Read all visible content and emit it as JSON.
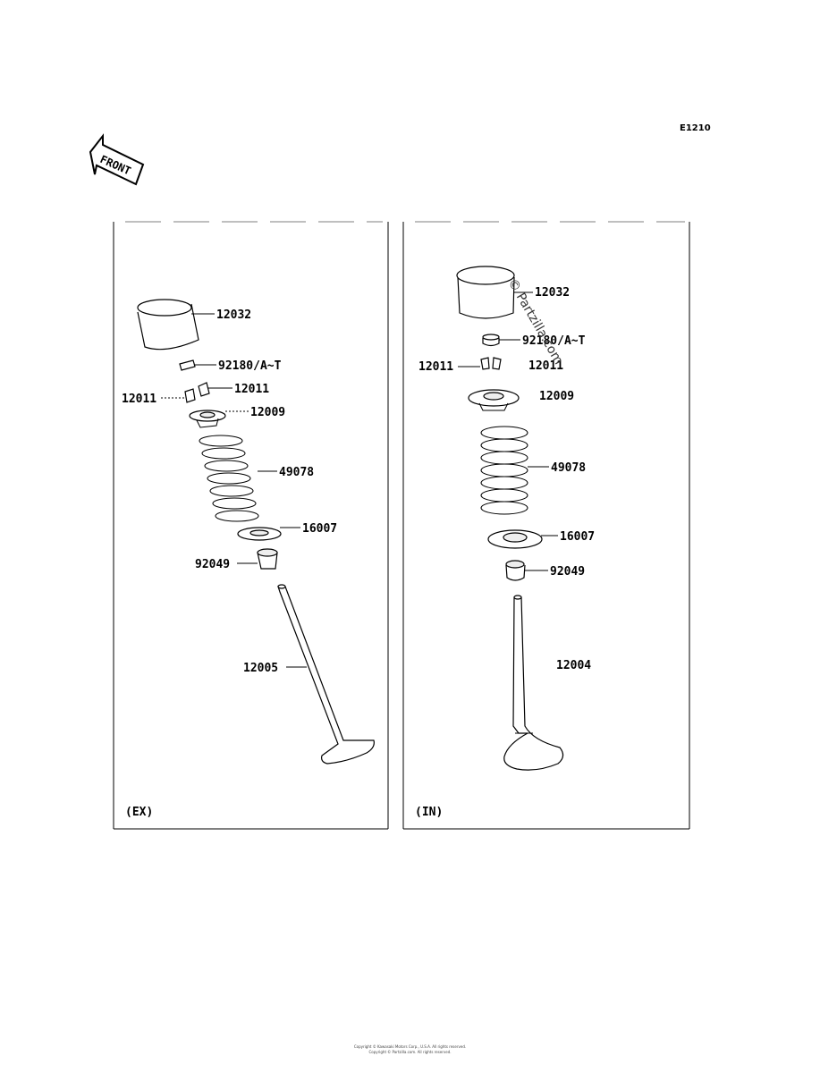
{
  "diagram_code": "E1210",
  "front_badge": "FRONT",
  "panels": {
    "ex": {
      "tag": "(EX)",
      "labels": {
        "tappet": "12032",
        "shim": "92180/A~T",
        "cotter_left": "12011",
        "cotter_right": "12011",
        "retainer": "12009",
        "spring": "49078",
        "seat": "16007",
        "seal": "92049",
        "valve": "12005"
      }
    },
    "in": {
      "tag": "(IN)",
      "labels": {
        "tappet": "12032",
        "shim": "92180/A~T",
        "cotter_left": "12011",
        "cotter_right": "12011",
        "retainer": "12009",
        "spring": "49078",
        "seat": "16007",
        "seal": "92049",
        "valve": "12004"
      }
    }
  },
  "watermark": "© Partzilla.com",
  "footer": {
    "line1": "Copyright © Kawasaki Motors Corp., U.S.A. All rights reserved.",
    "line2": "Copyright © Partzilla.com. All rights reserved."
  }
}
